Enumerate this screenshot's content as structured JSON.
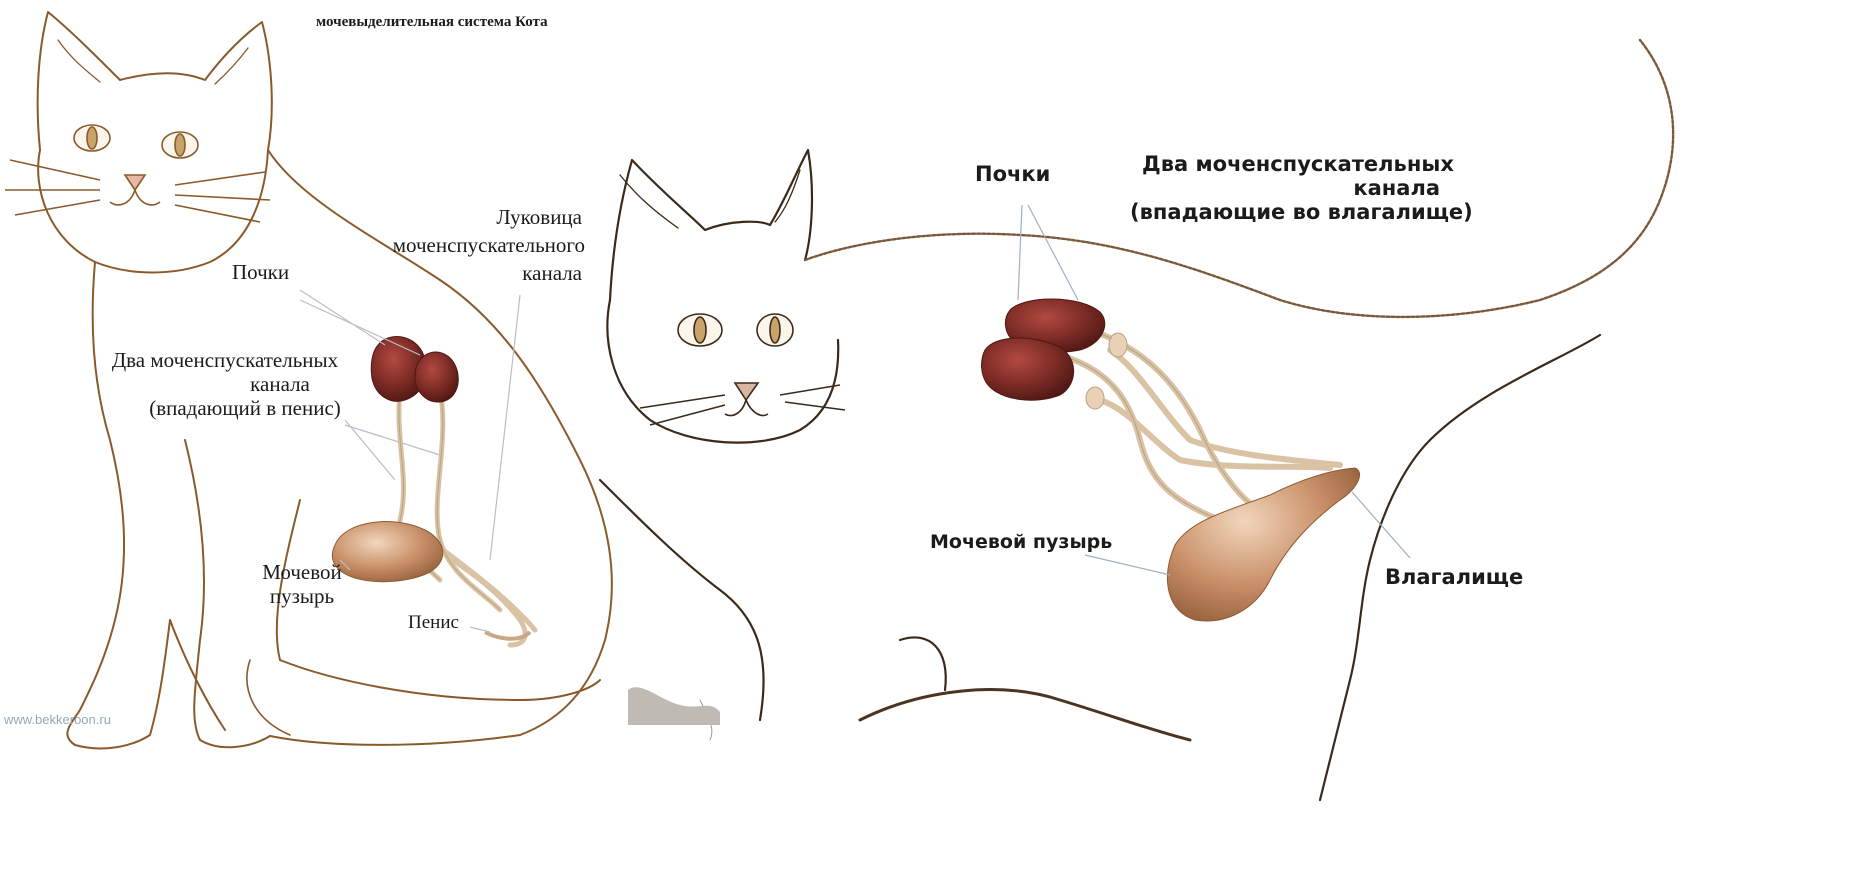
{
  "left_panel": {
    "title": "мочевыделительная система Кота",
    "labels": {
      "kidneys": "Почки",
      "bulb_line1": "Луковица",
      "bulb_line2": "моченспускательного",
      "bulb_line3": "канала",
      "ureters_line1": "Два моченспускательных",
      "ureters_line2": "канала",
      "ureters_line3": "(впадающий в пенис)",
      "bladder_line1": "Мочевой",
      "bladder_line2": "пузырь",
      "penis": "Пенис"
    },
    "watermark": "www.bekkeroon.ru"
  },
  "right_panel": {
    "labels": {
      "kidneys": "Почки",
      "ureters_line1": "Два моченспускательных",
      "ureters_line2": "канала",
      "ureters_line3": "(впадающие во влагалище)",
      "bladder": "Мочевой пузырь",
      "vagina": "Влагалище"
    }
  },
  "colors": {
    "outline": "#8a5a2b",
    "kidney": "#7a2a24",
    "bladder": "#c99068",
    "tube": "#d9c3a4"
  }
}
